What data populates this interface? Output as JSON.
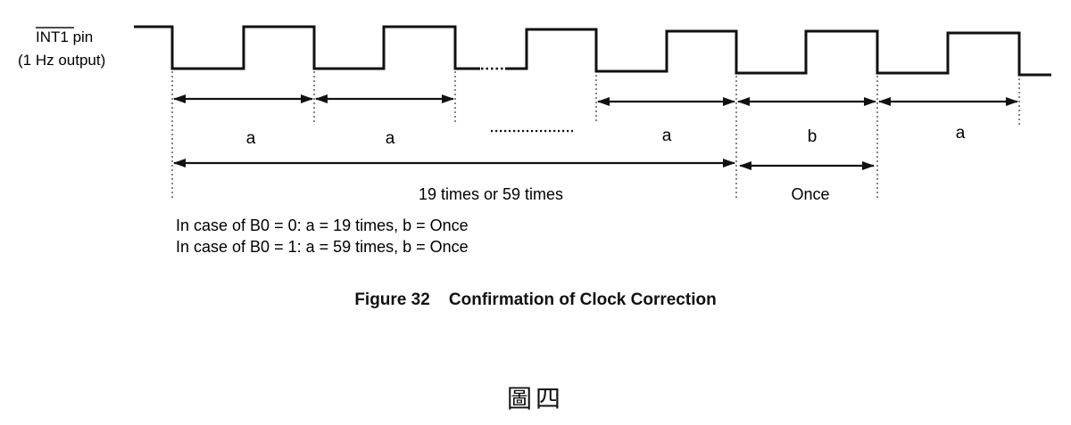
{
  "signal": {
    "name": "INT1",
    "name_suffix": " pin",
    "output_label": "(1 Hz output)"
  },
  "interval_labels": [
    "a",
    "a",
    "a",
    "b",
    "a"
  ],
  "span_labels": {
    "long": "19 times or 59 times",
    "short": "Once"
  },
  "notes": [
    "In case of B0 = 0: a = 19 times, b = Once",
    "In case of B0 = 1: a = 59 times, b = Once"
  ],
  "figure_caption": "Figure 32    Confirmation of Clock Correction",
  "footer_label": "圖四"
}
